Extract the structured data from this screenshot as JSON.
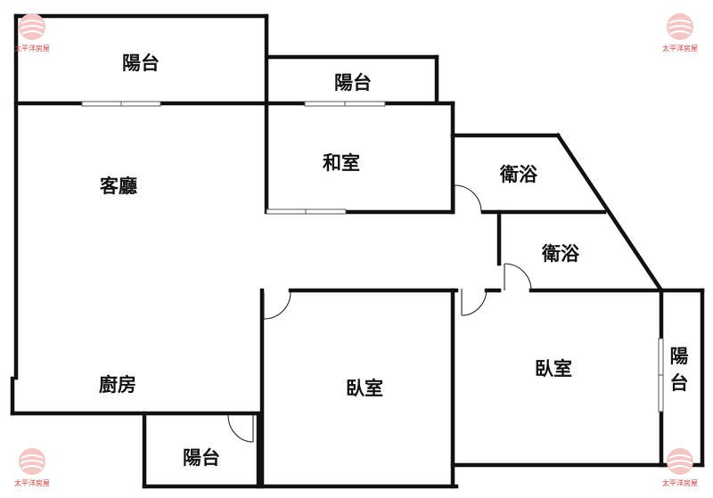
{
  "rooms": {
    "balcony_top_left": "陽台",
    "balcony_top_mid": "陽台",
    "japanese_room": "和室",
    "living_room": "客廳",
    "bathroom_1": "衛浴",
    "bathroom_2": "衛浴",
    "bedroom_1": "臥室",
    "bedroom_2": "臥室",
    "kitchen": "廚房",
    "balcony_bottom": "陽台",
    "balcony_right_1": "陽",
    "balcony_right_2": "台"
  },
  "watermark": {
    "text": "太平洋房屋",
    "color": "#cc4444"
  }
}
